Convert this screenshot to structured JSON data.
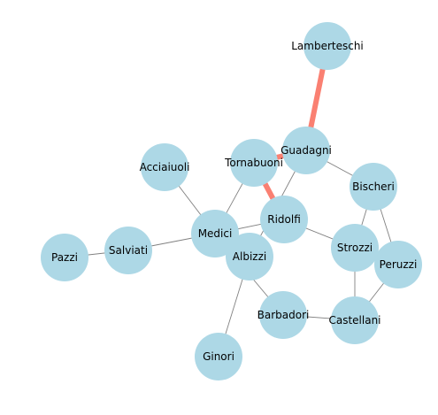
{
  "graph": {
    "node_color": "#add8e6",
    "edge_color": "#808080",
    "highlight_color": "#fa8072",
    "nodes": [
      {
        "id": "lamberteschi",
        "label": "Lamberteschi"
      },
      {
        "id": "guadagni",
        "label": "Guadagni"
      },
      {
        "id": "tornabuoni",
        "label": "Tornabuoni"
      },
      {
        "id": "acciaiuoli",
        "label": "Acciaiuoli"
      },
      {
        "id": "bischeri",
        "label": "Bischeri"
      },
      {
        "id": "ridolfi",
        "label": "Ridolfi"
      },
      {
        "id": "medici",
        "label": "Medici"
      },
      {
        "id": "salviati",
        "label": "Salviati"
      },
      {
        "id": "pazzi",
        "label": "Pazzi"
      },
      {
        "id": "albizzi",
        "label": "Albizzi"
      },
      {
        "id": "strozzi",
        "label": "Strozzi"
      },
      {
        "id": "peruzzi",
        "label": "Peruzzi"
      },
      {
        "id": "barbadori",
        "label": "Barbadori"
      },
      {
        "id": "castellani",
        "label": "Castellani"
      },
      {
        "id": "ginori",
        "label": "Ginori"
      }
    ],
    "edges": [
      {
        "source": "lamberteschi",
        "target": "guadagni",
        "highlight": true
      },
      {
        "source": "guadagni",
        "target": "tornabuoni",
        "highlight": true
      },
      {
        "source": "tornabuoni",
        "target": "ridolfi",
        "highlight": true
      },
      {
        "source": "guadagni",
        "target": "bischeri",
        "highlight": false
      },
      {
        "source": "guadagni",
        "target": "albizzi",
        "highlight": false
      },
      {
        "source": "tornabuoni",
        "target": "medici",
        "highlight": false
      },
      {
        "source": "acciaiuoli",
        "target": "medici",
        "highlight": false
      },
      {
        "source": "medici",
        "target": "salviati",
        "highlight": false
      },
      {
        "source": "salviati",
        "target": "pazzi",
        "highlight": false
      },
      {
        "source": "medici",
        "target": "ridolfi",
        "highlight": false
      },
      {
        "source": "medici",
        "target": "albizzi",
        "highlight": false
      },
      {
        "source": "medici",
        "target": "barbadori",
        "highlight": false
      },
      {
        "source": "ridolfi",
        "target": "strozzi",
        "highlight": false
      },
      {
        "source": "bischeri",
        "target": "strozzi",
        "highlight": false
      },
      {
        "source": "bischeri",
        "target": "peruzzi",
        "highlight": false
      },
      {
        "source": "strozzi",
        "target": "peruzzi",
        "highlight": false
      },
      {
        "source": "strozzi",
        "target": "castellani",
        "highlight": false
      },
      {
        "source": "peruzzi",
        "target": "castellani",
        "highlight": false
      },
      {
        "source": "barbadori",
        "target": "castellani",
        "highlight": false
      },
      {
        "source": "albizzi",
        "target": "ginori",
        "highlight": false
      }
    ]
  }
}
